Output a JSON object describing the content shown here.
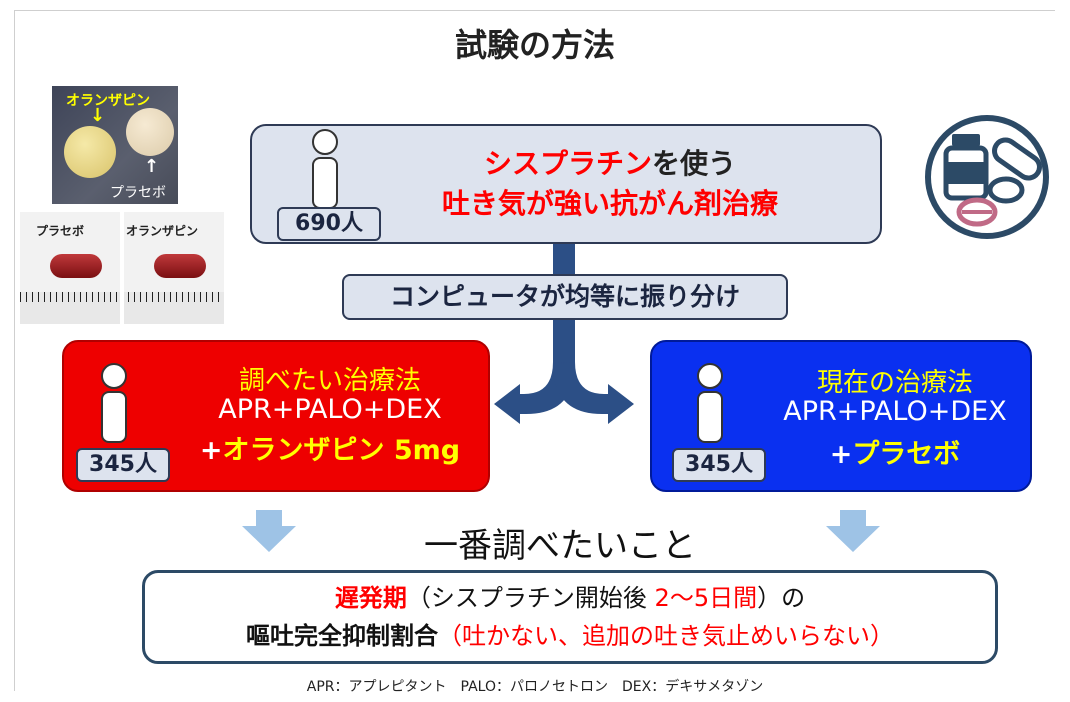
{
  "title": "試験の方法",
  "photos": {
    "top_label_drug": "オランザピン",
    "top_label_placebo": "プラセボ",
    "caps_label_placebo": "プラセボ",
    "caps_label_drug": "オランザピン"
  },
  "top_box": {
    "line1_red": "シスプラチン",
    "line1_rest": "を使う",
    "line2": "吐き気が強い抗がん剤治療",
    "count": "690人"
  },
  "randomize_label": "コンピュータが均等に振り分け",
  "left_arm": {
    "heading": "調べたい治療法",
    "regimen": "APR+PALO+DEX",
    "add_plus": "+",
    "add_drug": "オランザピン 5mg",
    "count": "345人"
  },
  "right_arm": {
    "heading": "現在の治療法",
    "regimen": "APR+PALO+DEX",
    "add_plus": "+",
    "add_drug": "プラセボ",
    "count": "345人"
  },
  "endpoint": {
    "heading": "一番調べたいこと",
    "line1_a": "遅発期",
    "line1_b": "（シスプラチン開始後 ",
    "line1_c": "2〜5日間",
    "line1_d": "）の",
    "line2_a": "嘔吐完全抑制割合",
    "line2_b": "（吐かない、追加の吐き気止めいらない）"
  },
  "footnote": "APR：アプレピタント　PALO：パロノセトロン　DEX：デキサメタゾン",
  "colors": {
    "navy": "#1f3a73",
    "red_box": "#ee0000",
    "blue_box": "#0a30f0",
    "light_box": "#dde3ee",
    "arrow_light": "#9ec3e6"
  }
}
